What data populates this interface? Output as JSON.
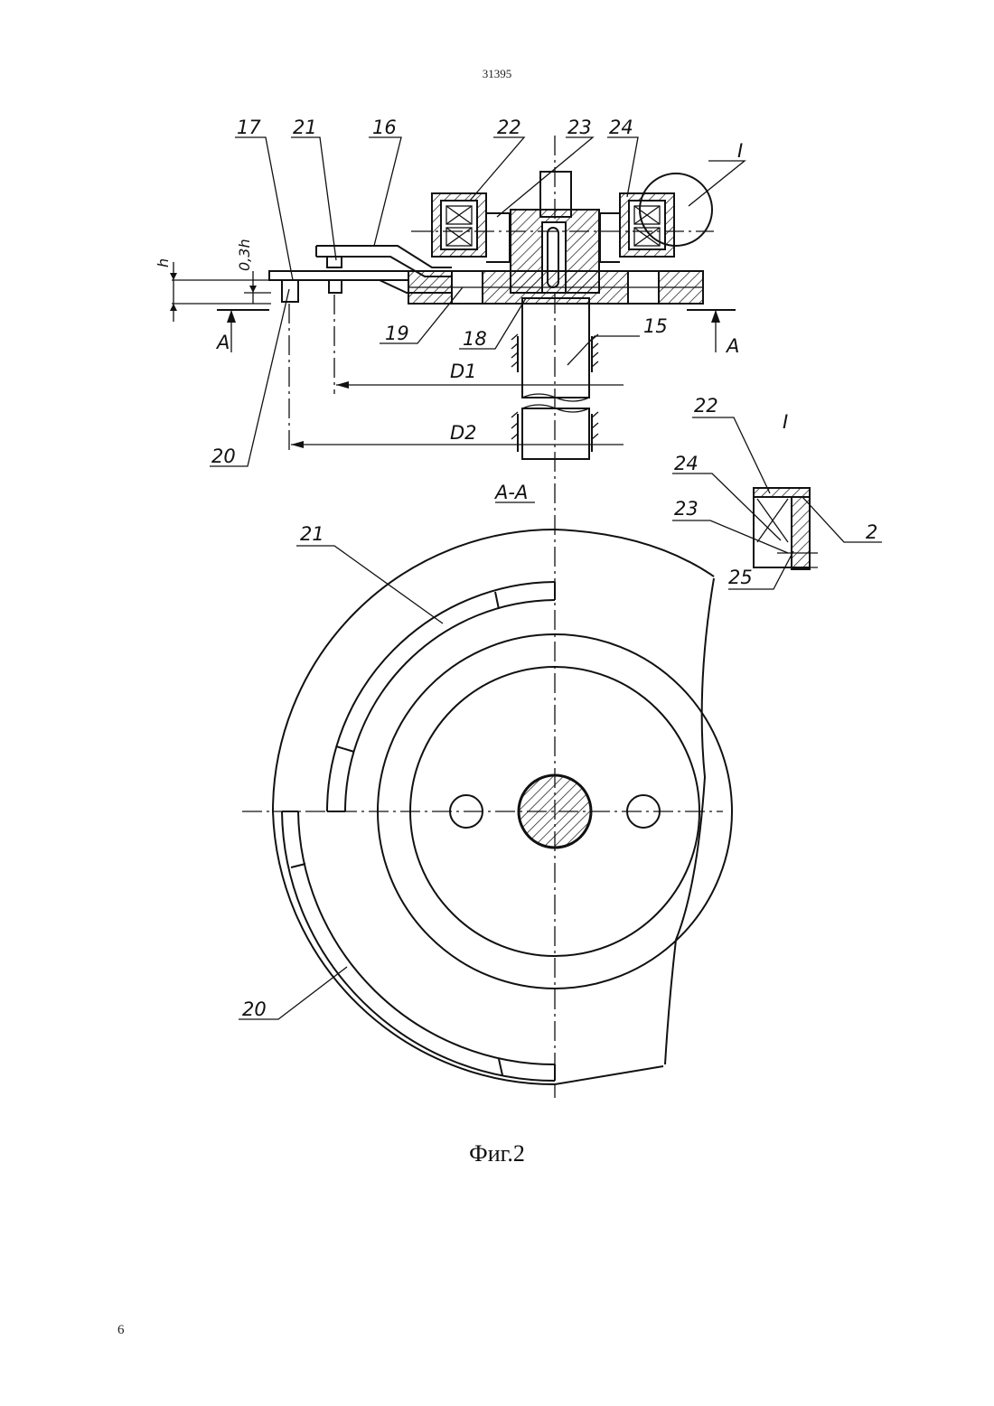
{
  "header": {
    "patent_number": "31395"
  },
  "footer": {
    "page_number": "6"
  },
  "figure": {
    "caption": "Фиг.2",
    "section_title": "A-A",
    "detail_label": "I",
    "section_marks": {
      "left": "A",
      "right": "A"
    },
    "dimensions": {
      "h": "h",
      "h03": "0,3h",
      "d1": "D1",
      "d2": "D2"
    },
    "callouts_top": [
      "17",
      "21",
      "16",
      "22",
      "23",
      "24",
      "19",
      "18",
      "15",
      "20"
    ],
    "callouts_detail": [
      "22",
      "24",
      "23",
      "25",
      "2"
    ],
    "callouts_plan": [
      "21",
      "20"
    ]
  }
}
